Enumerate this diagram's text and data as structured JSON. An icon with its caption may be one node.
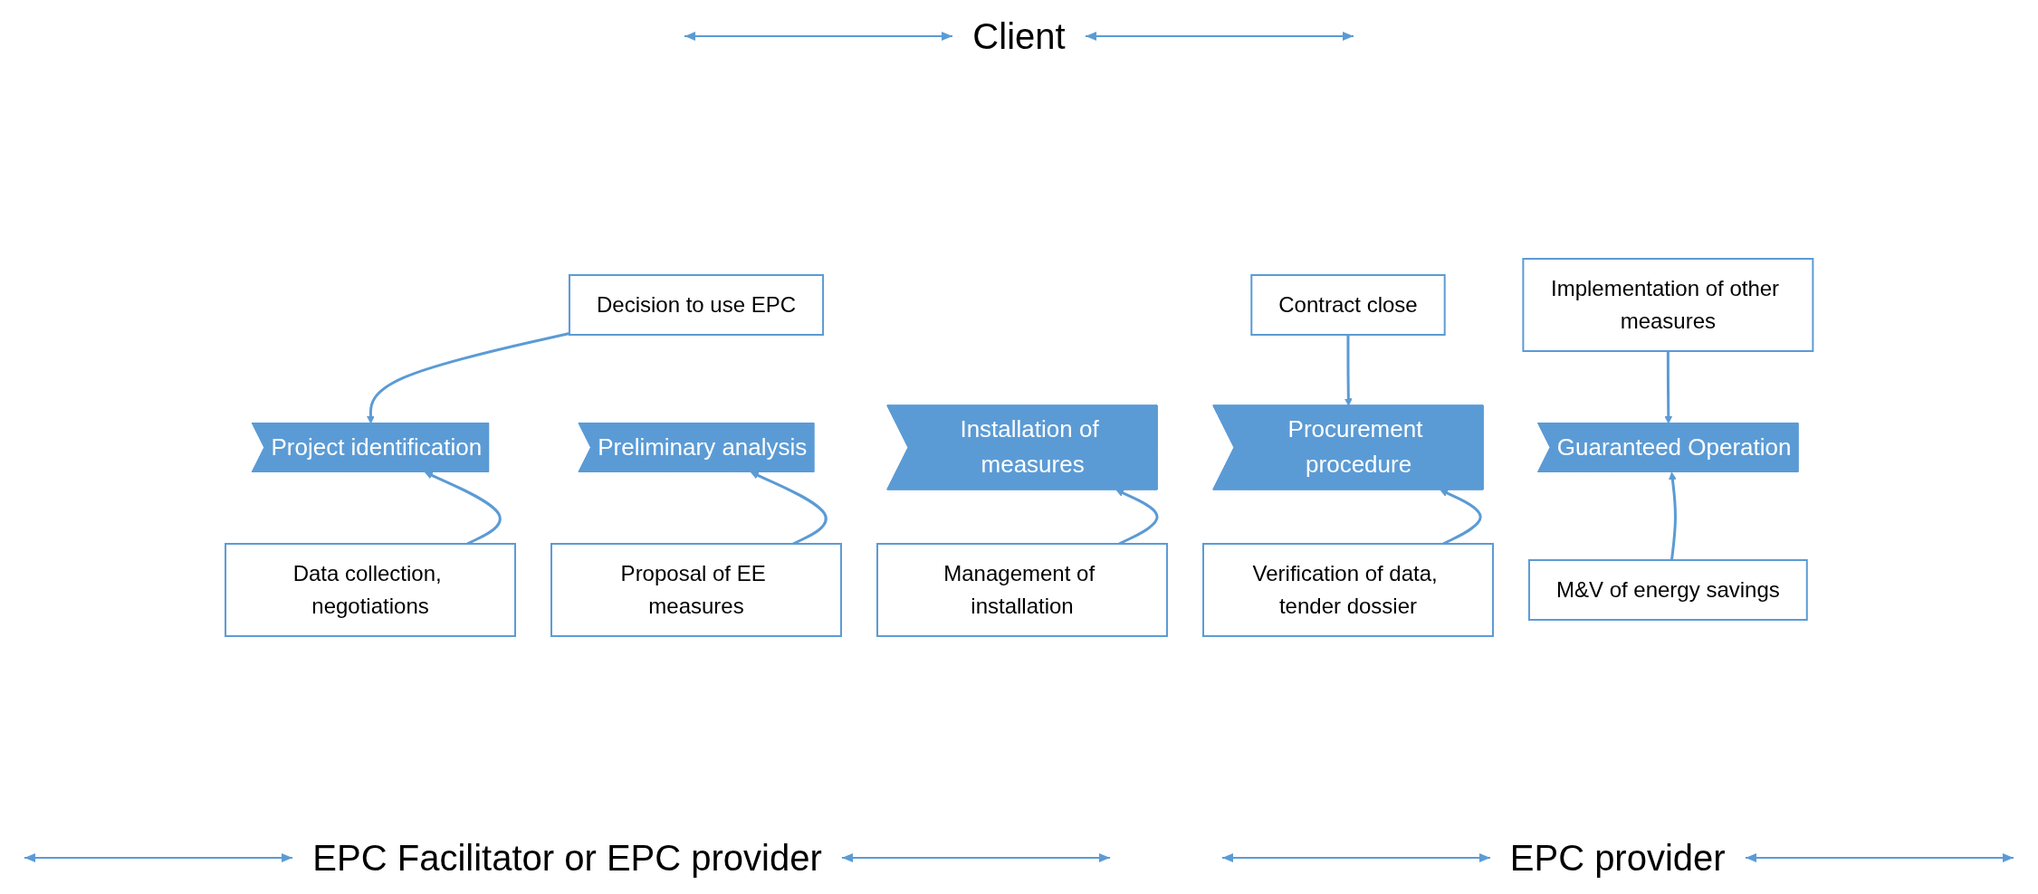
{
  "diagram": {
    "nodes": [
      {
        "text": [
          "Decision to use EPC"
        ]
      },
      {
        "text": [
          "Contract close"
        ]
      },
      {
        "text": [
          "Implementation of other measures"
        ]
      },
      {
        "text": [
          "Project identification"
        ]
      },
      {
        "text": [
          "Preliminary analysis"
        ]
      },
      {
        "text": [
          "Procurement procedure"
        ]
      },
      {
        "text": [
          "Installation of measures"
        ]
      },
      {
        "text": [
          "Guaranteed Operation"
        ]
      },
      {
        "text": [
          "Data collection, negotiations"
        ]
      },
      {
        "text": [
          "Proposal of EE measures"
        ]
      },
      {
        "text": [
          "Verification of data, tender dossier"
        ]
      },
      {
        "text": [
          "Management of installation"
        ]
      },
      {
        "text": [
          "M&V of energy savings"
        ]
      }
    ],
    "edges": [
      {
        "from": 0,
        "to": 3,
        "arrow": "to"
      },
      {
        "from": 1,
        "to": 5,
        "arrow": "to"
      },
      {
        "from": 2,
        "to": 7,
        "arrow": "to"
      },
      {
        "from": 8,
        "to": 3,
        "arrow": "to"
      },
      {
        "from": 9,
        "to": 4,
        "arrow": "to"
      },
      {
        "from": 10,
        "to": 5,
        "arrow": "to"
      },
      {
        "from": 11,
        "to": 6,
        "arrow": "to"
      },
      {
        "from": 12,
        "to": 7,
        "arrow": "to"
      }
    ],
    "labels": [
      "Client",
      "EPC Facilitator or EPC provider",
      "EPC provider"
    ]
  }
}
